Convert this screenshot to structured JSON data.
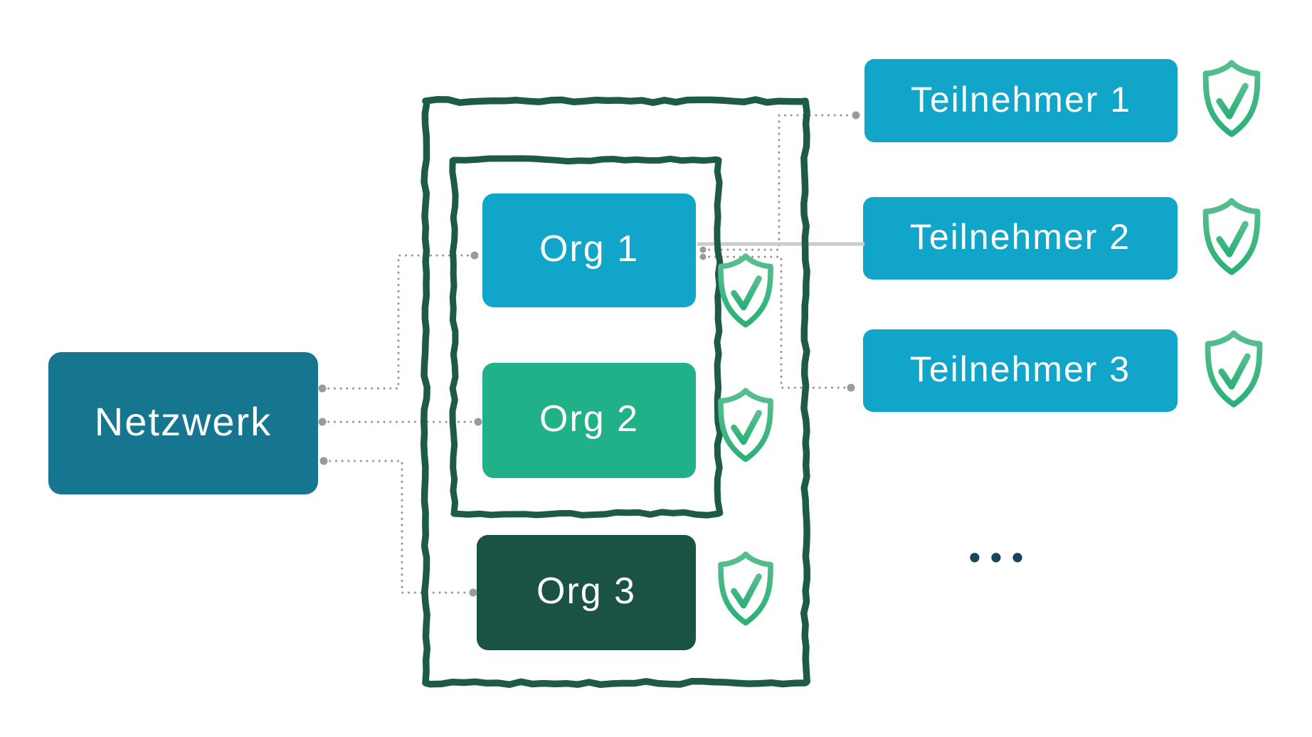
{
  "network": {
    "label": "Netzwerk"
  },
  "org_group": {
    "orgs": [
      {
        "label": "Org 1"
      },
      {
        "label": "Org 2"
      },
      {
        "label": "Org 3"
      }
    ]
  },
  "participants": [
    {
      "label": "Teilnehmer 1"
    },
    {
      "label": "Teilnehmer 2"
    },
    {
      "label": "Teilnehmer 3"
    }
  ],
  "ellipsis": "•••",
  "icons": {
    "org_badges": "shield-check-icon",
    "participant_badges": "shield-check-icon"
  },
  "colors": {
    "network_fill": "#17768F",
    "org1_fill": "#11A5C9",
    "org2_fill": "#20B189",
    "org3_fill": "#1A5244",
    "participant_fill": "#11A5C9",
    "frame_stroke": "#1D5A48",
    "shield_top": "#58BE91",
    "shield_bottom": "#2AB177",
    "connector_dotted": "#9A9A9A",
    "connector_solid": "#CBCBCB",
    "ellipsis_color": "#17465A",
    "label_text": "#FFFFFF"
  }
}
